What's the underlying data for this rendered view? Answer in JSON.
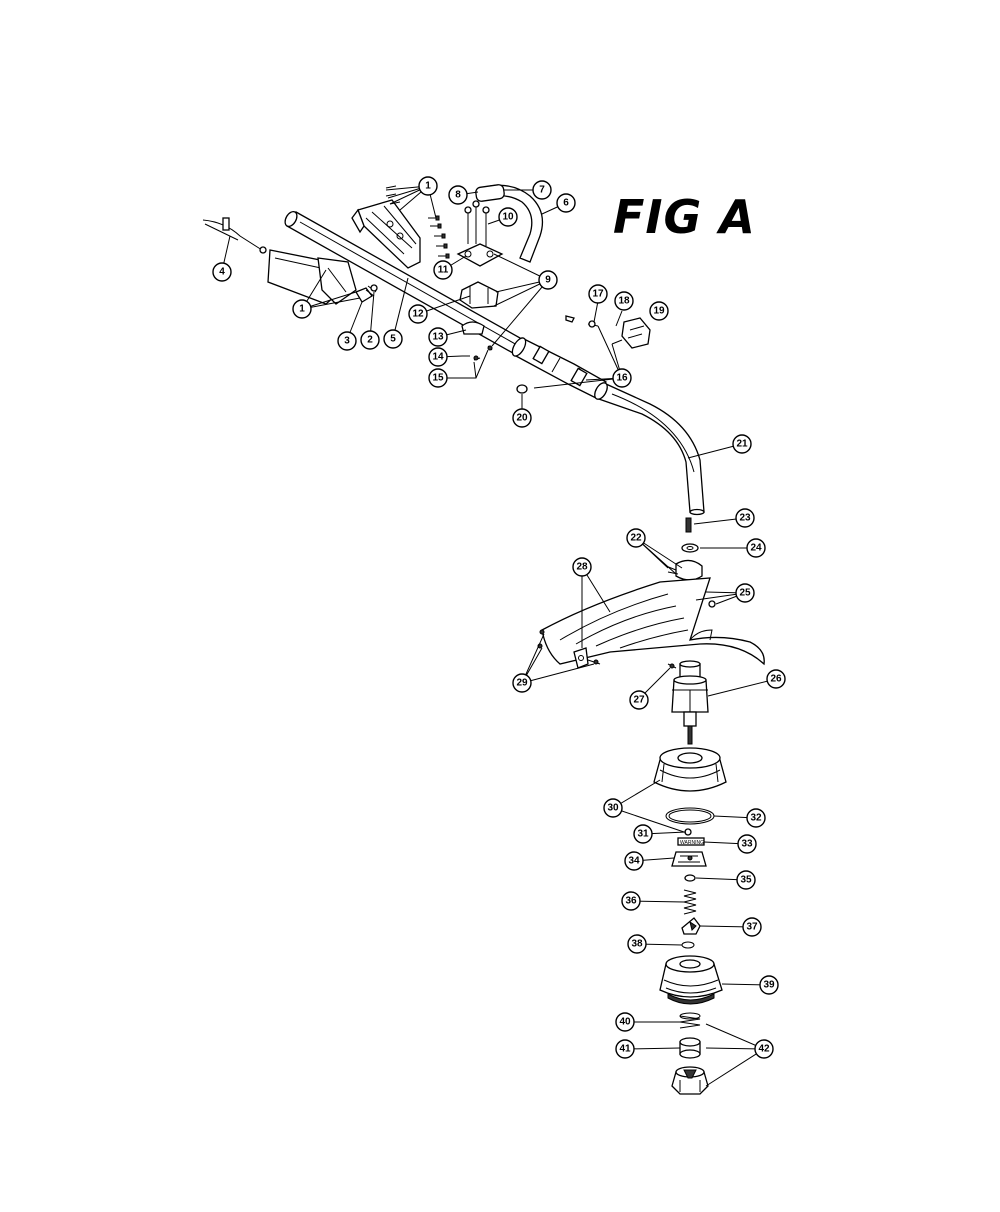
{
  "figure": {
    "title": "FIG A",
    "warning_label": "WARNING"
  },
  "callouts": [
    {
      "id": "1",
      "label": "1"
    },
    {
      "id": "1b",
      "label": "1"
    },
    {
      "id": "2",
      "label": "2"
    },
    {
      "id": "3",
      "label": "3"
    },
    {
      "id": "4",
      "label": "4"
    },
    {
      "id": "5",
      "label": "5"
    },
    {
      "id": "6",
      "label": "6"
    },
    {
      "id": "7",
      "label": "7"
    },
    {
      "id": "8",
      "label": "8"
    },
    {
      "id": "9",
      "label": "9"
    },
    {
      "id": "10",
      "label": "10"
    },
    {
      "id": "11",
      "label": "11"
    },
    {
      "id": "12",
      "label": "12"
    },
    {
      "id": "13",
      "label": "13"
    },
    {
      "id": "14",
      "label": "14"
    },
    {
      "id": "15",
      "label": "15"
    },
    {
      "id": "16",
      "label": "16"
    },
    {
      "id": "17",
      "label": "17"
    },
    {
      "id": "18",
      "label": "18"
    },
    {
      "id": "19",
      "label": "19"
    },
    {
      "id": "20",
      "label": "20"
    },
    {
      "id": "21",
      "label": "21"
    },
    {
      "id": "22",
      "label": "22"
    },
    {
      "id": "23",
      "label": "23"
    },
    {
      "id": "24",
      "label": "24"
    },
    {
      "id": "25",
      "label": "25"
    },
    {
      "id": "26",
      "label": "26"
    },
    {
      "id": "27",
      "label": "27"
    },
    {
      "id": "28",
      "label": "28"
    },
    {
      "id": "29",
      "label": "29"
    },
    {
      "id": "30",
      "label": "30"
    },
    {
      "id": "31",
      "label": "31"
    },
    {
      "id": "32",
      "label": "32"
    },
    {
      "id": "33",
      "label": "33"
    },
    {
      "id": "34",
      "label": "34"
    },
    {
      "id": "35",
      "label": "35"
    },
    {
      "id": "36",
      "label": "36"
    },
    {
      "id": "37",
      "label": "37"
    },
    {
      "id": "38",
      "label": "38"
    },
    {
      "id": "39",
      "label": "39"
    },
    {
      "id": "40",
      "label": "40"
    },
    {
      "id": "41",
      "label": "41"
    },
    {
      "id": "42",
      "label": "42"
    }
  ]
}
